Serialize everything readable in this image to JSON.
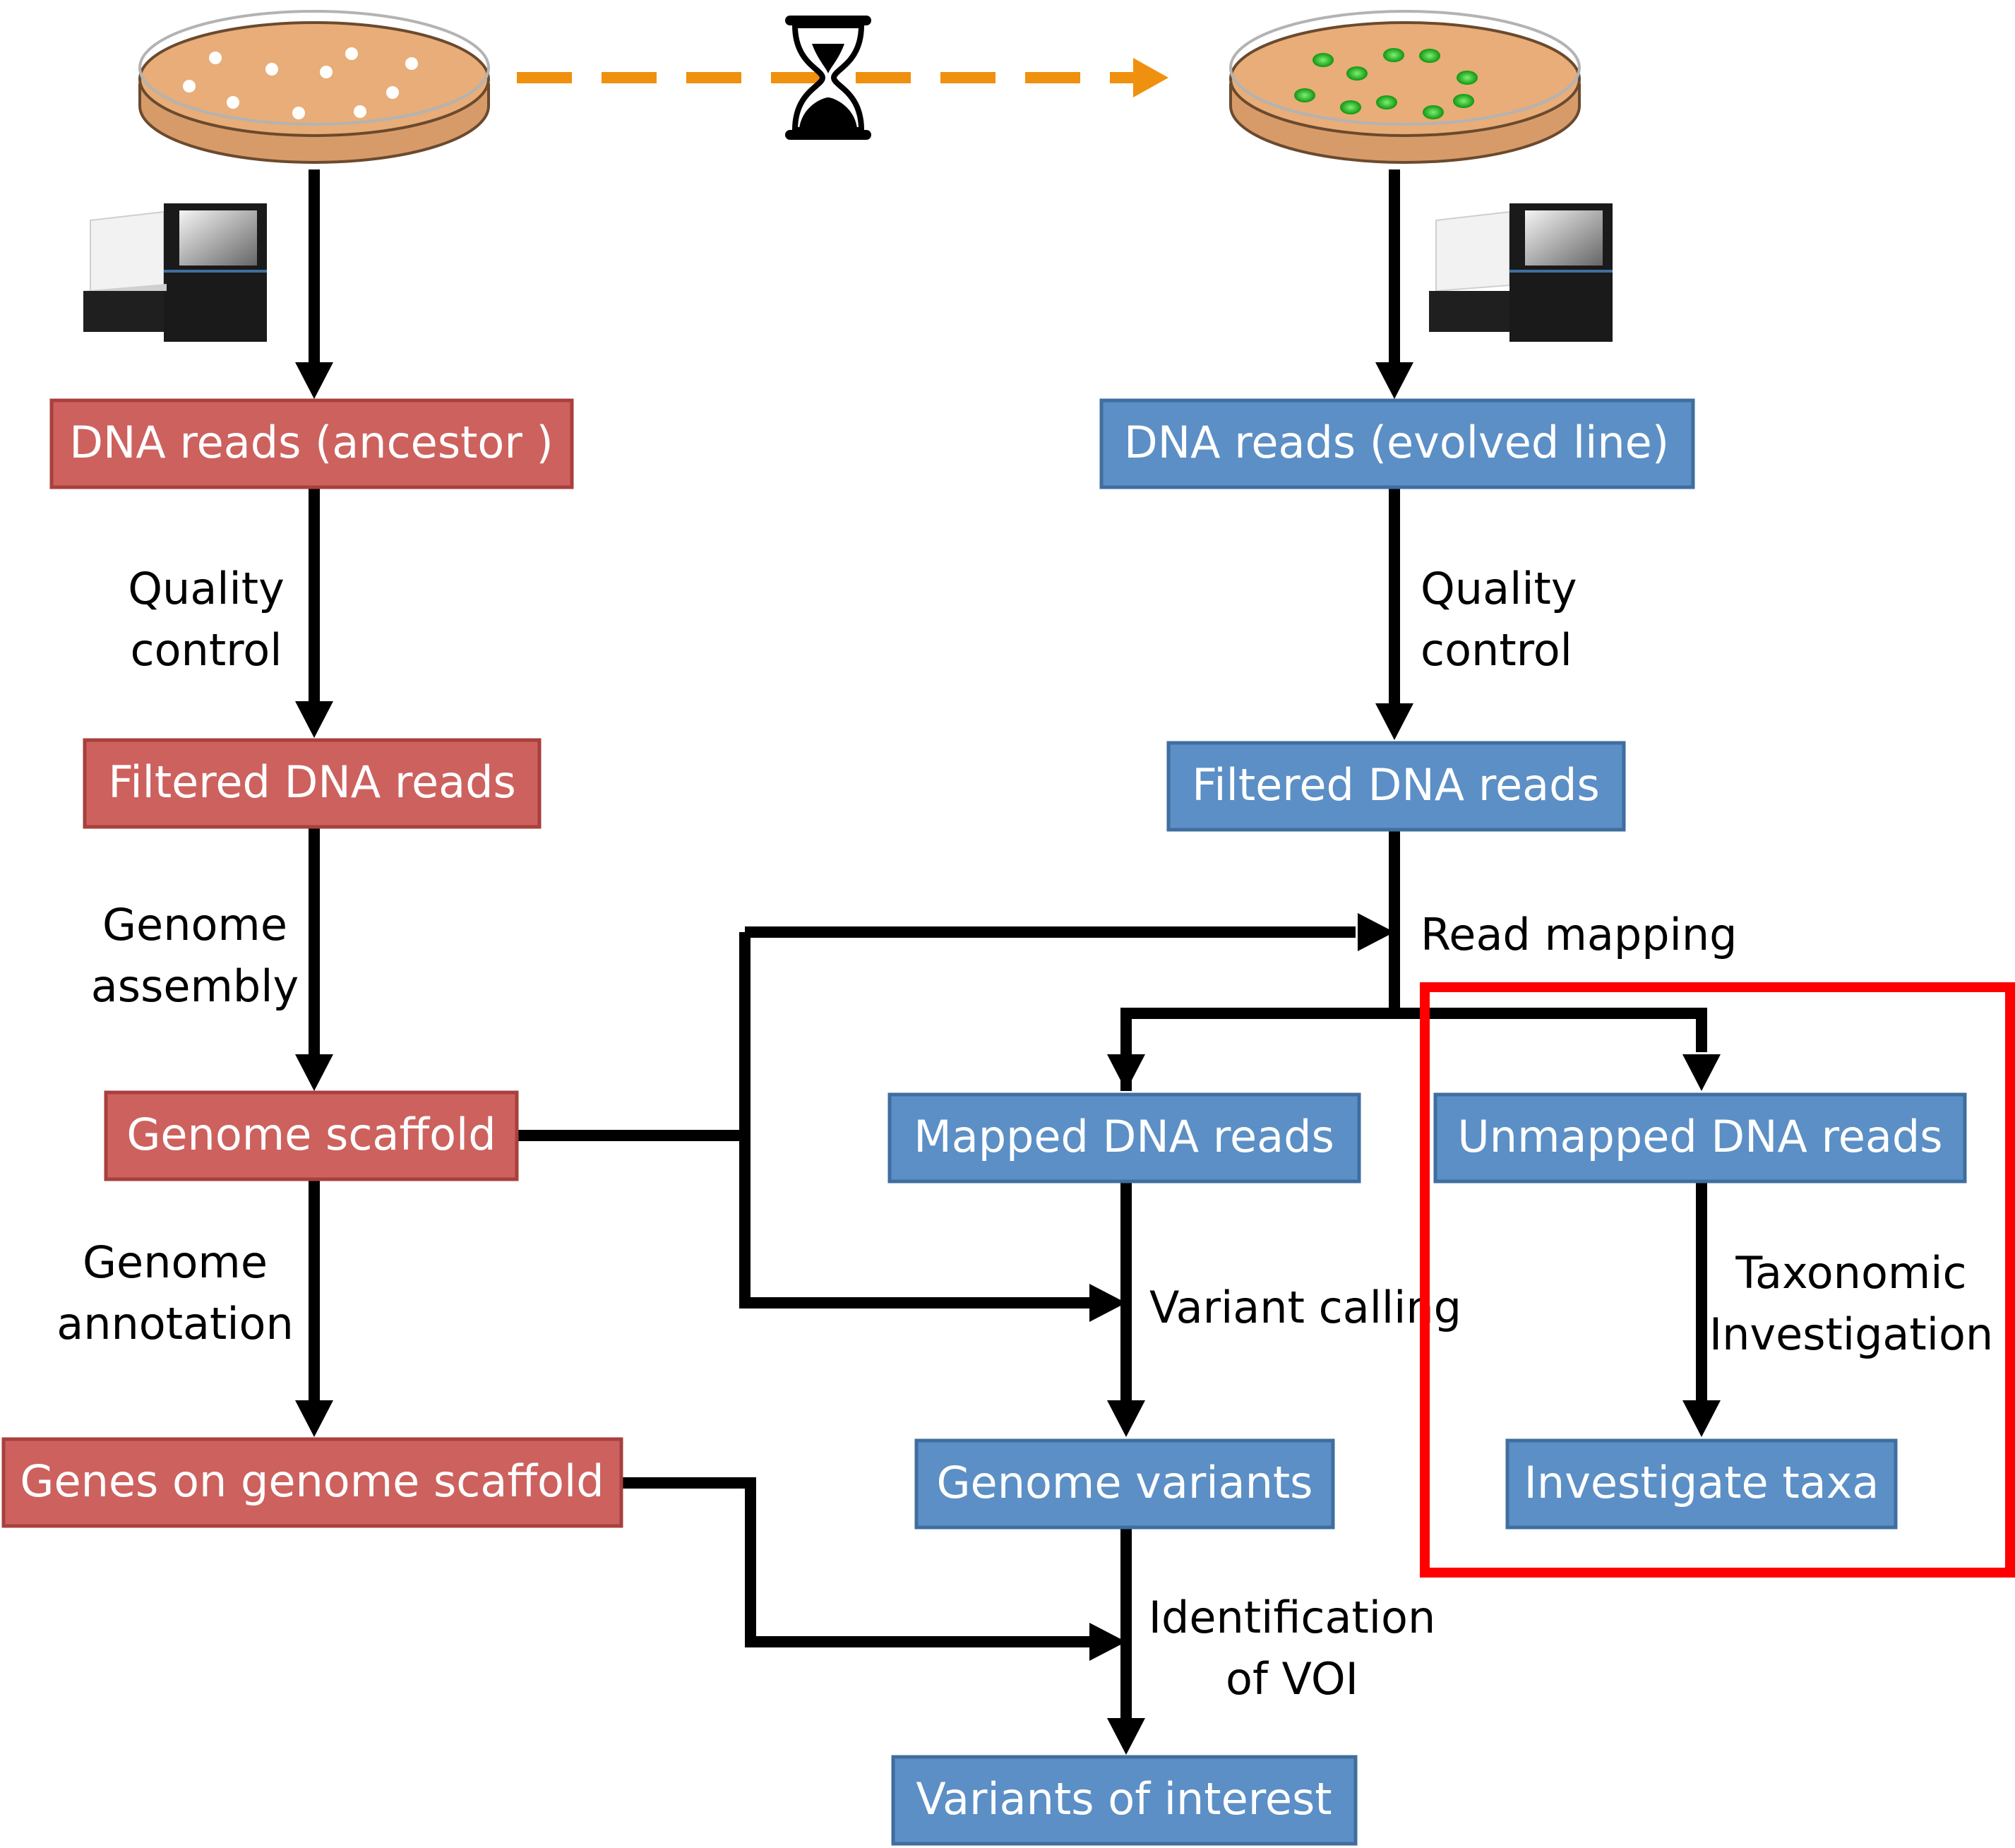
{
  "boxes": {
    "ancestor_reads": "DNA reads (ancestor )",
    "evolved_reads": "DNA reads (evolved  line)",
    "filtered_left": "Filtered DNA reads",
    "filtered_right": "Filtered DNA reads",
    "genome_scaffold": "Genome scaffold",
    "mapped_reads": "Mapped DNA reads",
    "unmapped_reads": "Unmapped DNA reads",
    "genes_on_scaffold": "Genes on genome scaffold",
    "genome_variants": "Genome variants",
    "investigate_taxa": "Investigate taxa",
    "variants_of_interest": "Variants of interest"
  },
  "steps": {
    "qc_left": [
      "Quality",
      "control"
    ],
    "qc_right": [
      "Quality",
      "control"
    ],
    "assembly": [
      "Genome",
      "assembly"
    ],
    "annotation": [
      "Genome",
      "annotation"
    ],
    "read_mapping": "Read mapping",
    "variant_calling": "Variant calling",
    "taxonomic": [
      "Taxonomic",
      "Investigation"
    ],
    "identification": [
      "Identification",
      "of VOI"
    ]
  },
  "icons": {
    "petri_ancestor": "petri-dish-icon",
    "petri_evolved": "petri-dish-icon",
    "hourglass": "hourglass-icon",
    "sequencer": "sequencer-icon"
  },
  "colors": {
    "ancestor_fill": "#CD615E",
    "ancestor_stroke": "#A8403D",
    "evolved_fill": "#5B8FC6",
    "evolved_stroke": "#3F6E9F",
    "arrow": "#000000",
    "time_arrow": "#F0900F",
    "highlight": "#FF0000",
    "agar": "#E8AD78",
    "green_colony": "#22B51F"
  }
}
